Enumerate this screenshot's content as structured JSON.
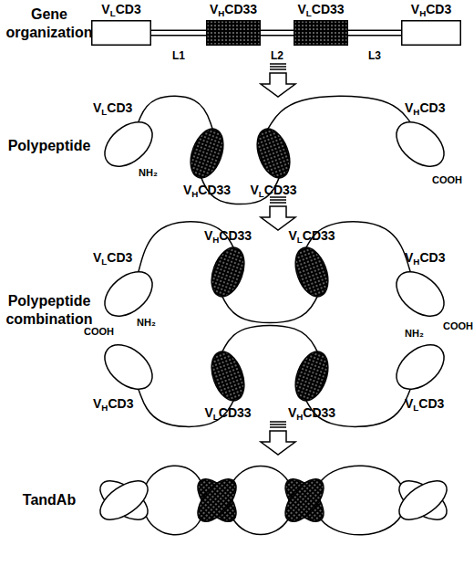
{
  "diagram": {
    "nodes": [
      {
        "text": [
          "VLCD3"
        ]
      },
      {
        "text": [
          "VHCD33"
        ]
      },
      {
        "text": [
          "VLCD33"
        ]
      },
      {
        "text": [
          "VHCD3"
        ]
      },
      {
        "text": [
          "VLCD3"
        ]
      },
      {
        "text": [
          "VHCD33"
        ]
      },
      {
        "text": [
          "VLCD33"
        ]
      },
      {
        "text": [
          "VHCD3"
        ]
      },
      {
        "text": [
          "VLCD3"
        ]
      },
      {
        "text": [
          "VHCD33"
        ]
      },
      {
        "text": [
          "VLCD33"
        ]
      },
      {
        "text": [
          "VHCD3"
        ]
      },
      {
        "text": [
          "VHCD3"
        ]
      },
      {
        "text": [
          "VLCD33"
        ]
      },
      {
        "text": [
          "VHCD33"
        ]
      },
      {
        "text": [
          "VLCD3"
        ]
      }
    ],
    "edges": [
      {
        "from": 0,
        "to": 1,
        "label": "L1",
        "arrow": "none"
      },
      {
        "from": 1,
        "to": 2,
        "label": "L2",
        "arrow": "none"
      },
      {
        "from": 2,
        "to": 3,
        "label": "L3",
        "arrow": "none"
      },
      {
        "from": 4,
        "to": 5,
        "arrow": "none"
      },
      {
        "from": 5,
        "to": 6,
        "arrow": "none"
      },
      {
        "from": 6,
        "to": 7,
        "arrow": "none"
      },
      {
        "from": 8,
        "to": 9,
        "arrow": "none"
      },
      {
        "from": 9,
        "to": 10,
        "arrow": "none"
      },
      {
        "from": 10,
        "to": 11,
        "arrow": "none"
      },
      {
        "from": 12,
        "to": 13,
        "arrow": "none"
      },
      {
        "from": 13,
        "to": 14,
        "arrow": "none"
      },
      {
        "from": 14,
        "to": 15,
        "arrow": "none"
      }
    ],
    "labels": [
      "Gene organization",
      "Polypeptide",
      "Polypeptide combination",
      "TandAb",
      "NH₂",
      "COOH",
      "NH₂",
      "COOH",
      "COOH",
      "NH₂"
    ]
  }
}
